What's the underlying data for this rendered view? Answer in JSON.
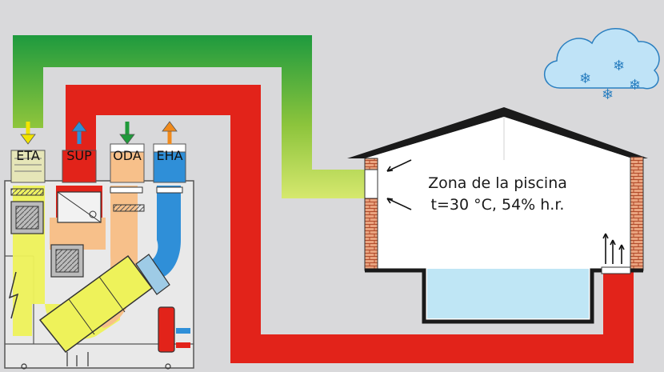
{
  "ports": [
    {
      "code": "ETA",
      "arrow": "down",
      "color": "#f2e400"
    },
    {
      "code": "SUP",
      "arrow": "up",
      "color": "#2f8fd8"
    },
    {
      "code": "ODA",
      "arrow": "down",
      "color": "#1f9a3a"
    },
    {
      "code": "EHA",
      "arrow": "up",
      "color": "#f08a1c"
    }
  ],
  "zone": {
    "title": "Zona de la piscina",
    "conditions": "t=30 °C, 54% h.r."
  },
  "colors": {
    "background": "#d9d9db",
    "supply_duct": "#e2231a",
    "return_top": "#1e9a3e",
    "return_bottom": "#cfe46a",
    "unit_yellow": "#eef25a",
    "unit_orange": "#f7c08a",
    "unit_blue": "#2f8fd8",
    "pool_water": "#bfe6f5",
    "brick": "#c8623a",
    "cloud": "#bfe3f7"
  },
  "icons": [
    "snowflake-icon",
    "fan-icon",
    "heat-exchanger-icon",
    "filter-icon",
    "damper-icon",
    "heater-coil-icon",
    "boiler-tank-icon"
  ]
}
